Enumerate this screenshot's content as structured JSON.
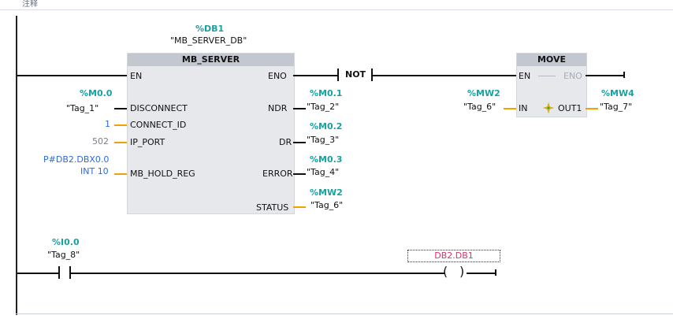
{
  "header": {
    "comment_label": "注释"
  },
  "network1": {
    "db_address": "%DB1",
    "db_name": "\"MB_SERVER_DB\"",
    "mb_server": {
      "title": "MB_SERVER",
      "pins": {
        "en": "EN",
        "eno": "ENO",
        "disconnect": "DISCONNECT",
        "connect_id": "CONNECT_ID",
        "ip_port": "IP_PORT",
        "mb_hold_reg": "MB_HOLD_REG",
        "ndr": "NDR",
        "dr": "DR",
        "error": "ERROR",
        "status": "STATUS"
      },
      "inputs": {
        "disconnect_addr": "%M0.0",
        "disconnect_tag": "\"Tag_1\"",
        "connect_id_value": "1",
        "ip_port_value": "502",
        "hold_reg_ptr": "P#DB2.DBX0.0",
        "hold_reg_type": "INT 10"
      },
      "outputs": {
        "ndr_addr": "%M0.1",
        "ndr_tag": "\"Tag_2\"",
        "dr_addr": "%M0.2",
        "dr_tag": "\"Tag_3\"",
        "error_addr": "%M0.3",
        "error_tag": "\"Tag_4\"",
        "status_addr": "%MW2",
        "status_tag": "\"Tag_6\""
      }
    },
    "not_label": "NOT",
    "move": {
      "title": "MOVE",
      "pins": {
        "en": "EN",
        "eno": "ENO",
        "in": "IN",
        "out1": "OUT1"
      },
      "in_addr": "%MW2",
      "in_tag": "\"Tag_6\"",
      "out_addr": "%MW4",
      "out_tag": "\"Tag_7\""
    }
  },
  "network2": {
    "contact_addr": "%I0.0",
    "contact_tag": "\"Tag_8\"",
    "coil_operand": "DB2.DB1"
  },
  "colors": {
    "address": "#1aa0a0",
    "wire": "#111111",
    "pin_stub": "#f3a000",
    "coil_operand": "#e1306c"
  },
  "icons": {
    "move_indicator": "sparkle-icon"
  }
}
